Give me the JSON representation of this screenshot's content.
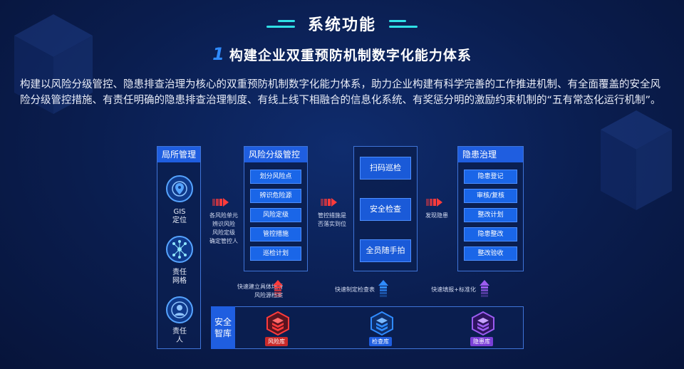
{
  "header": {
    "title": "系统功能",
    "subtitle_num": "1",
    "subtitle": "构建企业双重预防机制数字化能力体系"
  },
  "description": "构建以风险分级管控、隐患排查治理为核心的双重预防机制数字化能力体系，助力企业构建有科学完善的工作推进机制、有全面覆盖的安全风险分级管控措施、有责任明确的隐患排查治理制度、有线上线下相融合的信息化系统、有奖惩分明的激励约束机制的“五有常态化运行机制”。",
  "diagram": {
    "bureau": {
      "title": "局所管理",
      "items": [
        {
          "label_line1": "GIS",
          "label_line2": "定位",
          "icon": "location-pin-icon"
        },
        {
          "label_line1": "责任",
          "label_line2": "网格",
          "icon": "network-icon"
        },
        {
          "label_line1": "责任",
          "label_line2": "人",
          "icon": "person-icon"
        }
      ]
    },
    "arrow1_note": [
      "各风险单元",
      "辨识风险",
      "风险定级",
      "确定管控人"
    ],
    "risk": {
      "title": "风险分级管控",
      "items": [
        "划分风险点",
        "辨识危险源",
        "风险定级",
        "管控措施",
        "巡检计划"
      ]
    },
    "arrow2_note": [
      "管控措施是",
      "否落实到位"
    ],
    "inspect": {
      "items": [
        "扫码巡检",
        "安全检查",
        "全员随手拍"
      ]
    },
    "arrow3_note": [
      "发现隐患"
    ],
    "hazard": {
      "title": "隐患治理",
      "items": [
        "隐患登记",
        "审核/复核",
        "整改计划",
        "隐患整改",
        "整改验收"
      ]
    },
    "up_notes": {
      "left": [
        "快速建立具体场所",
        "风险源档案"
      ],
      "middle": [
        "快速制定检查表"
      ],
      "right": [
        "快速填报+标准化"
      ]
    },
    "knowledge": {
      "title_line1": "安全",
      "title_line2": "智库",
      "libs": [
        {
          "label": "风险库",
          "color": "#ff3b3b"
        },
        {
          "label": "检查库",
          "color": "#2f8bff"
        },
        {
          "label": "隐患库",
          "color": "#9b5cf0"
        }
      ]
    }
  },
  "colors": {
    "accent_cyan": "#2fe0e6",
    "panel_blue": "#1f5ee0",
    "arrow_red": "#ff3b3b",
    "arrow_blue": "#2f8bff",
    "arrow_purple": "#9b5cf0"
  }
}
